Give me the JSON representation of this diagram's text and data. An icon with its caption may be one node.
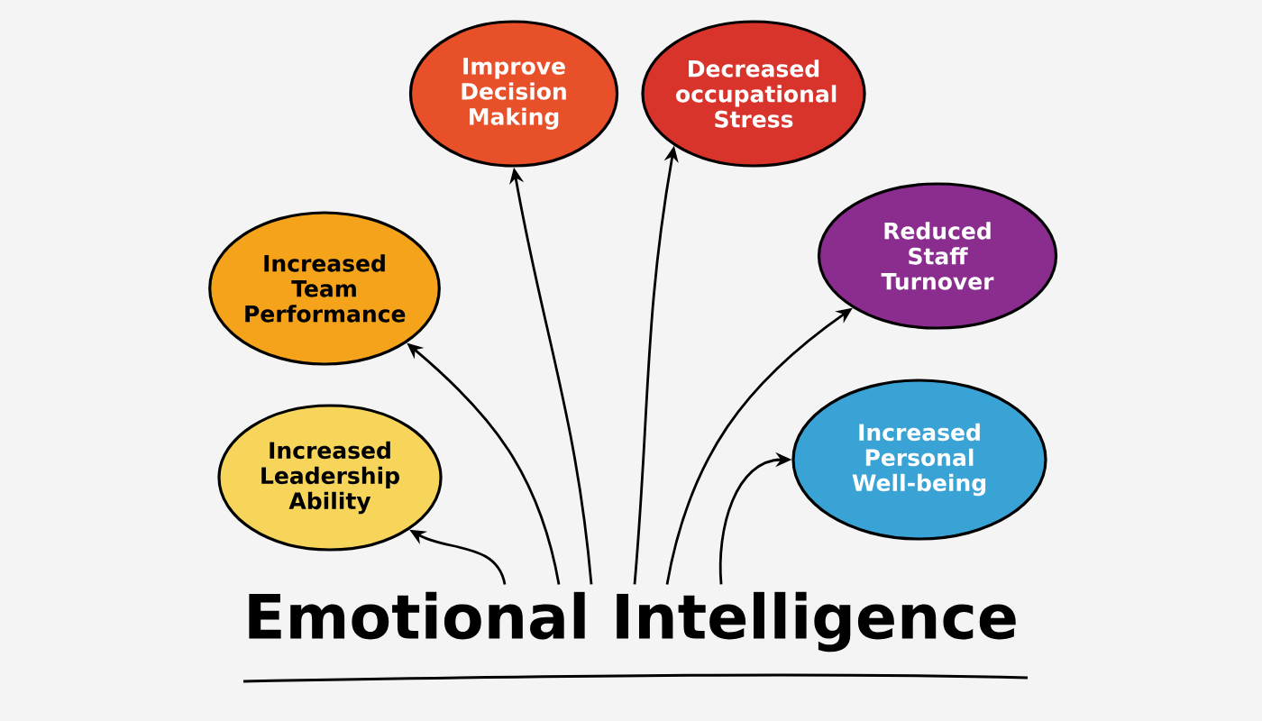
{
  "diagram": {
    "nodes": [
      {
        "text": [
          "Improve Decision Making"
        ]
      },
      {
        "text": [
          "Decreased occupational Stress"
        ]
      },
      {
        "text": [
          "Increased Team Performance"
        ]
      },
      {
        "text": [
          "Reduced Staff Turnover"
        ]
      },
      {
        "text": [
          "Increased Leadership Ability"
        ]
      },
      {
        "text": [
          "Increased Personal Well-being"
        ]
      },
      {
        "text": [
          "Emotional Intelligence"
        ]
      }
    ],
    "edges": [
      {
        "from": 6,
        "to": 4,
        "arrow": "to"
      },
      {
        "from": 6,
        "to": 2,
        "arrow": "to"
      },
      {
        "from": 6,
        "to": 0,
        "arrow": "to"
      },
      {
        "from": 6,
        "to": 1,
        "arrow": "to"
      },
      {
        "from": 6,
        "to": 3,
        "arrow": "to"
      },
      {
        "from": 6,
        "to": 5,
        "arrow": "to"
      }
    ]
  }
}
